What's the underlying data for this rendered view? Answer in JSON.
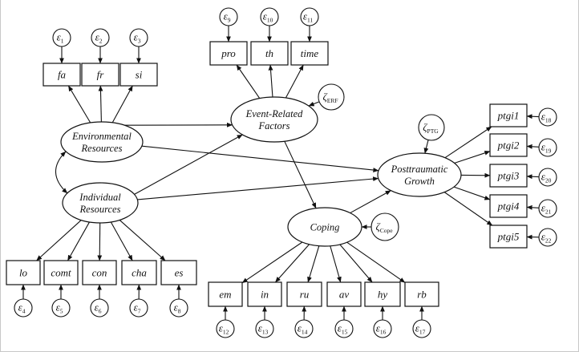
{
  "latents": [
    {
      "id": "env",
      "lines": [
        "Environmental",
        "Resources"
      ]
    },
    {
      "id": "ind",
      "lines": [
        "Individual",
        "Resources"
      ]
    },
    {
      "id": "erf",
      "lines": [
        "Event-Related",
        "Factors"
      ]
    },
    {
      "id": "cope",
      "lines": [
        "Coping"
      ]
    },
    {
      "id": "ptg",
      "lines": [
        "Posttraumatic",
        "Growth"
      ]
    }
  ],
  "disturbances": [
    {
      "id": "z_erf",
      "symbol": "ζ",
      "sub": "ERF"
    },
    {
      "id": "z_ptg",
      "symbol": "ζ",
      "sub": "PTG"
    },
    {
      "id": "z_cope",
      "symbol": "ζ",
      "sub": "Cope"
    }
  ],
  "indicators": [
    {
      "label": "fa",
      "latent": "env",
      "error": "1"
    },
    {
      "label": "fr",
      "latent": "env",
      "error": "2"
    },
    {
      "label": "si",
      "latent": "env",
      "error": "3"
    },
    {
      "label": "lo",
      "latent": "ind",
      "error": "4"
    },
    {
      "label": "comt",
      "latent": "ind",
      "error": "5"
    },
    {
      "label": "con",
      "latent": "ind",
      "error": "6"
    },
    {
      "label": "cha",
      "latent": "ind",
      "error": "7"
    },
    {
      "label": "es",
      "latent": "ind",
      "error": "8"
    },
    {
      "label": "pro",
      "latent": "erf",
      "error": "9"
    },
    {
      "label": "th",
      "latent": "erf",
      "error": "10"
    },
    {
      "label": "time",
      "latent": "erf",
      "error": "11"
    },
    {
      "label": "em",
      "latent": "cope",
      "error": "12"
    },
    {
      "label": "in",
      "latent": "cope",
      "error": "13"
    },
    {
      "label": "ru",
      "latent": "cope",
      "error": "14"
    },
    {
      "label": "av",
      "latent": "cope",
      "error": "15"
    },
    {
      "label": "hy",
      "latent": "cope",
      "error": "16"
    },
    {
      "label": "rb",
      "latent": "cope",
      "error": "17"
    },
    {
      "label": "ptgi1",
      "latent": "ptg",
      "error": "18"
    },
    {
      "label": "ptgi2",
      "latent": "ptg",
      "error": "19"
    },
    {
      "label": "ptgi3",
      "latent": "ptg",
      "error": "20"
    },
    {
      "label": "ptgi4",
      "latent": "ptg",
      "error": "21"
    },
    {
      "label": "ptgi5",
      "latent": "ptg",
      "error": "22"
    }
  ],
  "error_symbol": "ε",
  "paths": [
    {
      "from": "env",
      "to": "erf"
    },
    {
      "from": "env",
      "to": "ptg"
    },
    {
      "from": "ind",
      "to": "erf"
    },
    {
      "from": "ind",
      "to": "ptg"
    },
    {
      "from": "erf",
      "to": "cope"
    },
    {
      "from": "cope",
      "to": "ptg"
    }
  ],
  "covariances": [
    {
      "a": "env",
      "b": "ind"
    }
  ]
}
